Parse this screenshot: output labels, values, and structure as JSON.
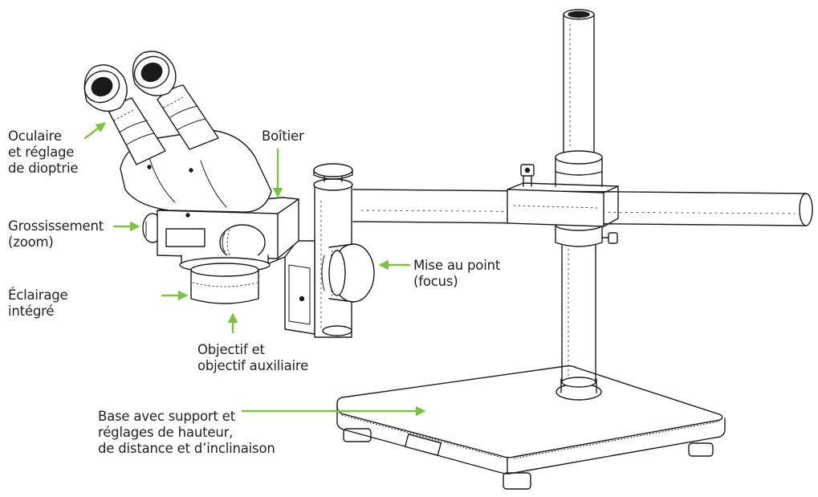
{
  "arrow_color": "#7cc242",
  "line_color": "#1a1a1a",
  "labels": {
    "oculaire": {
      "line1": "Oculaire",
      "line2": "et réglage",
      "line3": "de dioptrie"
    },
    "boitier": {
      "line1": "Boîtier"
    },
    "grossissement": {
      "line1": "Grossissement",
      "line2": "(zoom)"
    },
    "eclairage": {
      "line1": "Éclairage",
      "line2": "intégré"
    },
    "mise_au_point": {
      "line1": "Mise au point",
      "line2": "(focus)"
    },
    "objectif": {
      "line1": "Objectif et",
      "line2": "objectif auxiliaire"
    },
    "base": {
      "line1": "Base avec support et",
      "line2": "réglages de hauteur,",
      "line3": "de distance et d’inclinaison"
    }
  }
}
